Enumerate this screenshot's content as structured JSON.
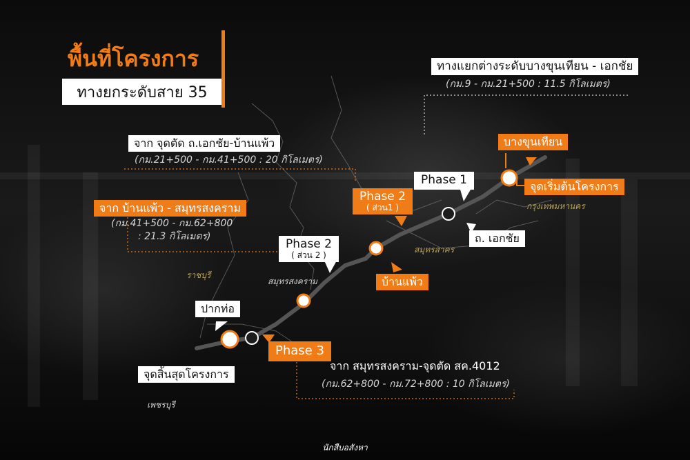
{
  "title": "พื้นที่โครงการ",
  "subtitle": "ทางยกระดับสาย 35",
  "top_label": {
    "name": "ทางแยกต่างระดับบางขุนเทียน - เอกชัย",
    "range": "(กม.9 - กม.21+500 : 11.5 กิโลเมตร)"
  },
  "segment_1": {
    "label": "จาก จุดตัด ถ.เอกชัย-บ้านแพ้ว",
    "range": "(กม.21+500 - กม.41+500 : 20 กิโลเมตร)"
  },
  "segment_2": {
    "label": "จาก บ้านแพ้ว - สมุทรสงคราม",
    "range_line1": "(กม.41+500 - กม.62+800",
    "range_line2": ": 21.3 กิโลเมตร)"
  },
  "segment_3": {
    "label": "จาก สมุทรสงคราม-จุดตัด สค.4012",
    "range": "(กม.62+800 - กม.72+800 : 10 กิโลเมตร)"
  },
  "phases": {
    "phase1": "Phase 1",
    "phase2_part1": {
      "title": "Phase 2",
      "sub": "( ส่วน1 )"
    },
    "phase2_part2": {
      "title": "Phase 2",
      "sub": "( ส่วน 2 )"
    },
    "phase3": "Phase 3"
  },
  "places": {
    "bang_khun_thian": "บางขุนเทียน",
    "project_start": "จุดเริ่มต้นโครงการ",
    "ekkachai_road": "ถ. เอกชัย",
    "ban_phaeo": "บ้านแพ้ว",
    "pak_tho": "ปากท่อ",
    "project_end": "จุดสิ้นสุดโครงการ"
  },
  "provinces": {
    "bangkok": "กรุงเทพมหานคร",
    "samut_sakhon": "สมุทรสาคร",
    "samut_songkhram": "สมุทรสงคราม",
    "ratchaburi": "ราชบุรี",
    "phetchaburi": "เพชรบุรี"
  },
  "credit": "นักสืบอสังหา",
  "colors": {
    "accent": "#f07c18",
    "route": "#555555",
    "white_box": "#ffffff",
    "province_text": "#b9a35a"
  }
}
